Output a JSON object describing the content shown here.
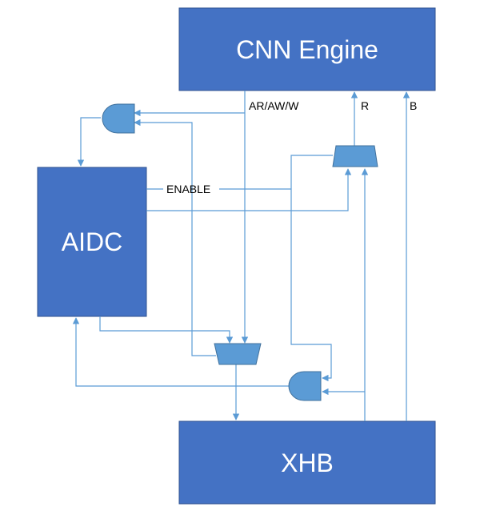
{
  "blocks": {
    "cnn_engine": "CNN Engine",
    "aidc": "AIDC",
    "xhb": "XHB"
  },
  "signals": {
    "ar_aw_w": "AR/AW/W",
    "r": "R",
    "b": "B",
    "enable": "ENABLE"
  },
  "colors": {
    "block_fill": "#4472c4",
    "gate_fill": "#5b9bd5",
    "gate_stroke": "#41719c",
    "wire": "#5b9bd5",
    "text_on_block": "#ffffff",
    "label_text": "#000000"
  }
}
